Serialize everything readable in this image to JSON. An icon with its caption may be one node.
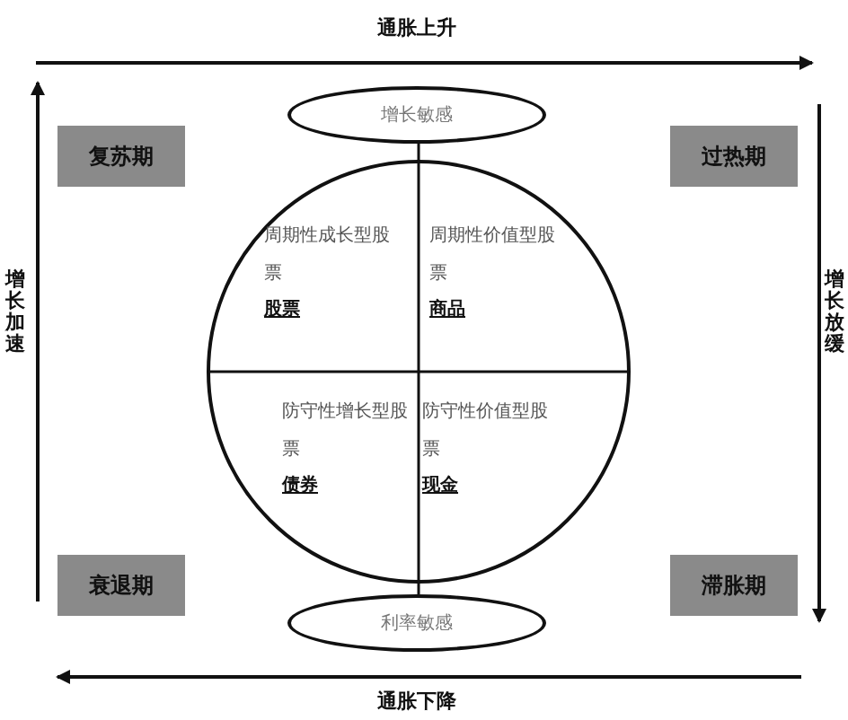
{
  "diagram": {
    "nodes": [
      {
        "text": [
          "复苏期"
        ]
      },
      {
        "text": [
          "过热期"
        ]
      },
      {
        "text": [
          "衰退期"
        ]
      },
      {
        "text": [
          "滞胀期"
        ]
      },
      {
        "text": [
          "增长敏感"
        ]
      },
      {
        "text": [],
        "shape": "circle"
      },
      {
        "text": [
          "周期性成长型股票",
          "股票"
        ],
        "in": 5
      },
      {
        "text": [
          "周期性价值型股票",
          "商品"
        ],
        "in": 5
      },
      {
        "text": [
          "防守性增长型股票",
          "债券"
        ],
        "in": 5
      },
      {
        "text": [
          "防守性价值型股票",
          "现金"
        ],
        "in": 5
      },
      {
        "text": [
          "利率敏感"
        ]
      }
    ],
    "labels": [
      "通胀上升",
      "增长加速",
      "增长放缓",
      "通胀下降"
    ]
  }
}
